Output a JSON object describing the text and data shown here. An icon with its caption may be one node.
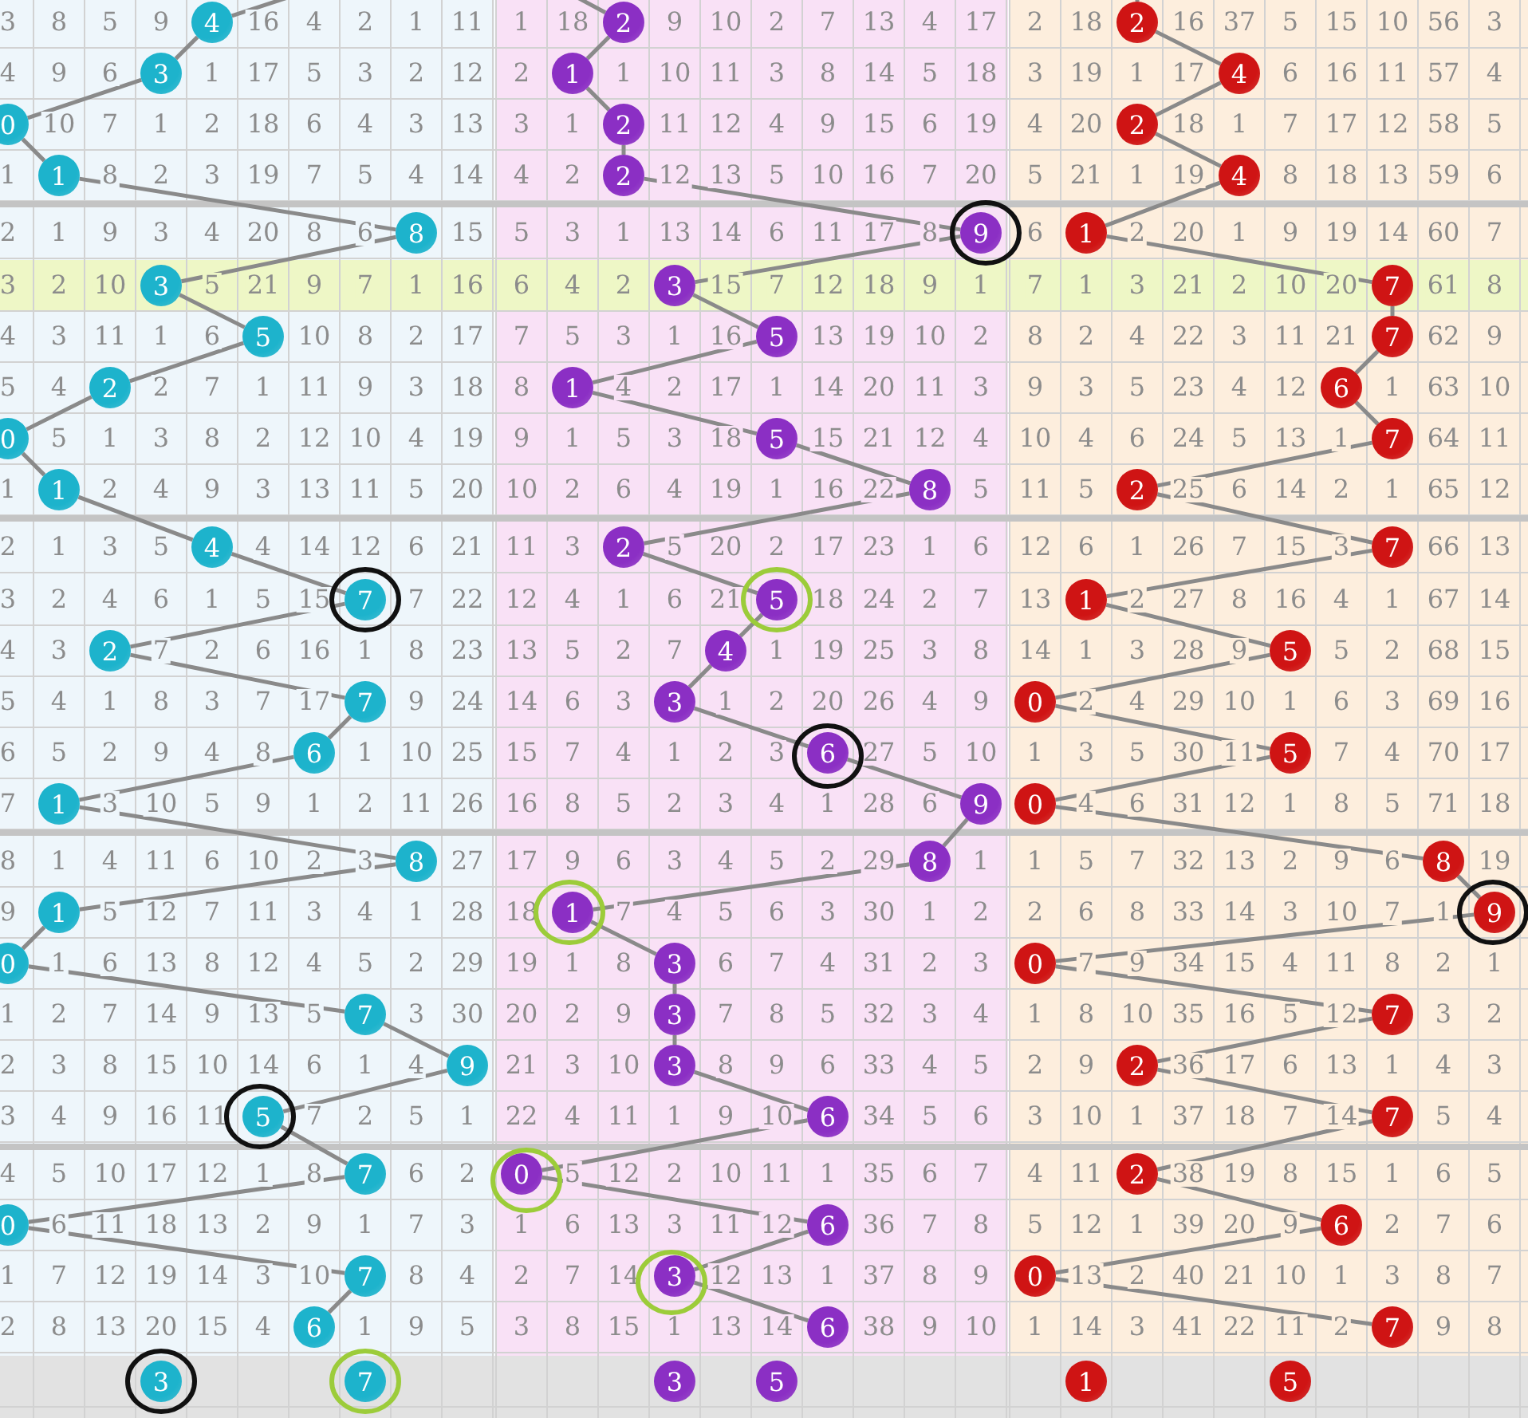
{
  "diagram": {
    "nodes": [
      {
        "text": [
          "4"
        ]
      },
      {
        "text": [
          "2"
        ]
      },
      {
        "text": [
          "2"
        ]
      },
      {
        "text": [
          "3"
        ]
      },
      {
        "text": [
          "1"
        ]
      },
      {
        "text": [
          "4"
        ]
      },
      {
        "text": [
          "0"
        ]
      },
      {
        "text": [
          "2"
        ]
      },
      {
        "text": [
          "2"
        ]
      },
      {
        "text": [
          "1"
        ]
      },
      {
        "text": [
          "2"
        ]
      },
      {
        "text": [
          "4"
        ]
      },
      {
        "text": [
          "8"
        ]
      },
      {
        "text": [
          "9"
        ]
      },
      {
        "text": [
          "1"
        ]
      },
      {
        "text": [
          "3"
        ]
      },
      {
        "text": [
          "3"
        ]
      },
      {
        "text": [
          "7"
        ]
      },
      {
        "text": [
          "5"
        ]
      },
      {
        "text": [
          "5"
        ]
      },
      {
        "text": [
          "7"
        ]
      },
      {
        "text": [
          "2"
        ]
      },
      {
        "text": [
          "1"
        ]
      },
      {
        "text": [
          "6"
        ]
      },
      {
        "text": [
          "0"
        ]
      },
      {
        "text": [
          "5"
        ]
      },
      {
        "text": [
          "7"
        ]
      },
      {
        "text": [
          "1"
        ]
      },
      {
        "text": [
          "8"
        ]
      },
      {
        "text": [
          "2"
        ]
      },
      {
        "text": [
          "4"
        ]
      },
      {
        "text": [
          "2"
        ]
      },
      {
        "text": [
          "7"
        ]
      },
      {
        "text": [
          "7"
        ]
      },
      {
        "text": [
          "5"
        ]
      },
      {
        "text": [
          "1"
        ]
      },
      {
        "text": [
          "2"
        ]
      },
      {
        "text": [
          "4"
        ]
      },
      {
        "text": [
          "5"
        ]
      },
      {
        "text": [
          "7"
        ]
      },
      {
        "text": [
          "3"
        ]
      },
      {
        "text": [
          "0"
        ]
      },
      {
        "text": [
          "6"
        ]
      },
      {
        "text": [
          "6"
        ]
      },
      {
        "text": [
          "5"
        ]
      },
      {
        "text": [
          "1"
        ]
      },
      {
        "text": [
          "9"
        ]
      },
      {
        "text": [
          "0"
        ]
      },
      {
        "text": [
          "8"
        ]
      },
      {
        "text": [
          "8"
        ]
      },
      {
        "text": [
          "8"
        ]
      },
      {
        "text": [
          "1"
        ]
      },
      {
        "text": [
          "1"
        ]
      },
      {
        "text": [
          "9"
        ]
      },
      {
        "text": [
          "0"
        ]
      },
      {
        "text": [
          "3"
        ]
      },
      {
        "text": [
          "0"
        ]
      },
      {
        "text": [
          "7"
        ]
      },
      {
        "text": [
          "3"
        ]
      },
      {
        "text": [
          "7"
        ]
      },
      {
        "text": [
          "9"
        ]
      },
      {
        "text": [
          "3"
        ]
      },
      {
        "text": [
          "2"
        ]
      },
      {
        "text": [
          "5"
        ]
      },
      {
        "text": [
          "6"
        ]
      },
      {
        "text": [
          "7"
        ]
      },
      {
        "text": [
          "7"
        ]
      },
      {
        "text": [
          "0"
        ]
      },
      {
        "text": [
          "2"
        ]
      },
      {
        "text": [
          "0"
        ]
      },
      {
        "text": [
          "6"
        ]
      },
      {
        "text": [
          "6"
        ]
      },
      {
        "text": [
          "7"
        ]
      },
      {
        "text": [
          "3"
        ]
      },
      {
        "text": [
          "0"
        ]
      },
      {
        "text": [
          "6"
        ]
      },
      {
        "text": [
          "6"
        ]
      },
      {
        "text": [
          "7"
        ]
      },
      {
        "text": [
          "3"
        ]
      },
      {
        "text": [
          "7"
        ]
      },
      {
        "text": [
          "3"
        ]
      },
      {
        "text": [
          "5"
        ]
      },
      {
        "text": [
          "1"
        ]
      },
      {
        "text": [
          "5"
        ]
      }
    ],
    "edges": [
      {
        "from": null,
        "to": 0,
        "arrow": "none"
      },
      {
        "from": null,
        "to": 1,
        "arrow": "none"
      },
      {
        "from": null,
        "to": 2,
        "arrow": "none"
      },
      {
        "from": 0,
        "to": 3,
        "arrow": "none"
      },
      {
        "from": 3,
        "to": 6,
        "arrow": "none"
      },
      {
        "from": 6,
        "to": 9,
        "arrow": "none"
      },
      {
        "from": 9,
        "to": 12,
        "arrow": "none"
      },
      {
        "from": 12,
        "to": 15,
        "arrow": "none"
      },
      {
        "from": 15,
        "to": 18,
        "arrow": "none"
      },
      {
        "from": 18,
        "to": 21,
        "arrow": "none"
      },
      {
        "from": 21,
        "to": 24,
        "arrow": "none"
      },
      {
        "from": 24,
        "to": 27,
        "arrow": "none"
      },
      {
        "from": 27,
        "to": 30,
        "arrow": "none"
      },
      {
        "from": 30,
        "to": 33,
        "arrow": "none"
      },
      {
        "from": 33,
        "to": 36,
        "arrow": "none"
      },
      {
        "from": 36,
        "to": 39,
        "arrow": "none"
      },
      {
        "from": 39,
        "to": 42,
        "arrow": "none"
      },
      {
        "from": 42,
        "to": 45,
        "arrow": "none"
      },
      {
        "from": 45,
        "to": 48,
        "arrow": "none"
      },
      {
        "from": 48,
        "to": 51,
        "arrow": "none"
      },
      {
        "from": 51,
        "to": 54,
        "arrow": "none"
      },
      {
        "from": 54,
        "to": 57,
        "arrow": "none"
      },
      {
        "from": 57,
        "to": 60,
        "arrow": "none"
      },
      {
        "from": 60,
        "to": 63,
        "arrow": "none"
      },
      {
        "from": 63,
        "to": 66,
        "arrow": "none"
      },
      {
        "from": 66,
        "to": 69,
        "arrow": "none"
      },
      {
        "from": 69,
        "to": 72,
        "arrow": "none"
      },
      {
        "from": 72,
        "to": 75,
        "arrow": "none"
      },
      {
        "from": 1,
        "to": 4,
        "arrow": "none"
      },
      {
        "from": 4,
        "to": 7,
        "arrow": "none"
      },
      {
        "from": 7,
        "to": 10,
        "arrow": "none"
      },
      {
        "from": 10,
        "to": 13,
        "arrow": "none"
      },
      {
        "from": 13,
        "to": 16,
        "arrow": "none"
      },
      {
        "from": 16,
        "to": 19,
        "arrow": "none"
      },
      {
        "from": 19,
        "to": 22,
        "arrow": "none"
      },
      {
        "from": 22,
        "to": 25,
        "arrow": "none"
      },
      {
        "from": 25,
        "to": 28,
        "arrow": "none"
      },
      {
        "from": 28,
        "to": 31,
        "arrow": "none"
      },
      {
        "from": 31,
        "to": 34,
        "arrow": "none"
      },
      {
        "from": 34,
        "to": 37,
        "arrow": "none"
      },
      {
        "from": 37,
        "to": 40,
        "arrow": "none"
      },
      {
        "from": 40,
        "to": 43,
        "arrow": "none"
      },
      {
        "from": 43,
        "to": 46,
        "arrow": "none"
      },
      {
        "from": 46,
        "to": 49,
        "arrow": "none"
      },
      {
        "from": 49,
        "to": 52,
        "arrow": "none"
      },
      {
        "from": 52,
        "to": 55,
        "arrow": "none"
      },
      {
        "from": 55,
        "to": 58,
        "arrow": "none"
      },
      {
        "from": 58,
        "to": 61,
        "arrow": "none"
      },
      {
        "from": 61,
        "to": 64,
        "arrow": "none"
      },
      {
        "from": 64,
        "to": 67,
        "arrow": "none"
      },
      {
        "from": 67,
        "to": 70,
        "arrow": "none"
      },
      {
        "from": 70,
        "to": 73,
        "arrow": "none"
      },
      {
        "from": 73,
        "to": 76,
        "arrow": "none"
      },
      {
        "from": 2,
        "to": 5,
        "arrow": "none"
      },
      {
        "from": 5,
        "to": 8,
        "arrow": "none"
      },
      {
        "from": 8,
        "to": 11,
        "arrow": "none"
      },
      {
        "from": 11,
        "to": 14,
        "arrow": "none"
      },
      {
        "from": 14,
        "to": 17,
        "arrow": "none"
      },
      {
        "from": 17,
        "to": 20,
        "arrow": "none"
      },
      {
        "from": 20,
        "to": 23,
        "arrow": "none"
      },
      {
        "from": 23,
        "to": 26,
        "arrow": "none"
      },
      {
        "from": 26,
        "to": 29,
        "arrow": "none"
      },
      {
        "from": 29,
        "to": 32,
        "arrow": "none"
      },
      {
        "from": 32,
        "to": 35,
        "arrow": "none"
      },
      {
        "from": 35,
        "to": 38,
        "arrow": "none"
      },
      {
        "from": 38,
        "to": 41,
        "arrow": "none"
      },
      {
        "from": 41,
        "to": 44,
        "arrow": "none"
      },
      {
        "from": 44,
        "to": 47,
        "arrow": "none"
      },
      {
        "from": 47,
        "to": 50,
        "arrow": "none"
      },
      {
        "from": 50,
        "to": 53,
        "arrow": "none"
      },
      {
        "from": 53,
        "to": 56,
        "arrow": "none"
      },
      {
        "from": 56,
        "to": 59,
        "arrow": "none"
      },
      {
        "from": 59,
        "to": 62,
        "arrow": "none"
      },
      {
        "from": 62,
        "to": 65,
        "arrow": "none"
      },
      {
        "from": 65,
        "to": 68,
        "arrow": "none"
      },
      {
        "from": 68,
        "to": 71,
        "arrow": "none"
      },
      {
        "from": 71,
        "to": 74,
        "arrow": "none"
      },
      {
        "from": 74,
        "to": 77,
        "arrow": "none"
      }
    ],
    "labels": [
      "3",
      "8",
      "5",
      "9",
      "16",
      "4",
      "2",
      "1",
      "11",
      "1",
      "18",
      "9",
      "10",
      "2",
      "7",
      "13",
      "4",
      "17",
      "2",
      "18",
      "16",
      "37",
      "5",
      "15",
      "10",
      "56",
      "3",
      "4",
      "9",
      "6",
      "1",
      "17",
      "5",
      "3",
      "2",
      "12",
      "2",
      "1",
      "10",
      "11",
      "3",
      "8",
      "14",
      "5",
      "18",
      "3",
      "19",
      "1",
      "17",
      "6",
      "16",
      "11",
      "57",
      "4",
      "10",
      "7",
      "1",
      "2",
      "18",
      "6",
      "4",
      "3",
      "13",
      "3",
      "1",
      "11",
      "12",
      "4",
      "9",
      "15",
      "6",
      "19",
      "4",
      "20",
      "18",
      "1",
      "7",
      "17",
      "12",
      "58",
      "5",
      "1",
      "8",
      "2",
      "3",
      "19",
      "7",
      "5",
      "4",
      "14",
      "4",
      "2",
      "12",
      "13",
      "5",
      "10",
      "16",
      "7",
      "20",
      "5",
      "21",
      "1",
      "19",
      "8",
      "18",
      "13",
      "59",
      "6",
      "2",
      "1",
      "9",
      "3",
      "4",
      "20",
      "8",
      "6",
      "15",
      "5",
      "3",
      "1",
      "13",
      "14",
      "6",
      "11",
      "17",
      "8",
      "6",
      "2",
      "20",
      "1",
      "9",
      "19",
      "14",
      "60",
      "7",
      "3",
      "2",
      "10",
      "5",
      "21",
      "9",
      "7",
      "1",
      "16",
      "6",
      "4",
      "2",
      "15",
      "7",
      "12",
      "18",
      "9",
      "1",
      "7",
      "1",
      "3",
      "21",
      "2",
      "10",
      "20",
      "61",
      "8",
      "4",
      "3",
      "11",
      "1",
      "6",
      "10",
      "8",
      "2",
      "17",
      "7",
      "5",
      "3",
      "1",
      "16",
      "13",
      "19",
      "10",
      "2",
      "8",
      "2",
      "4",
      "22",
      "3",
      "11",
      "21",
      "62",
      "9",
      "5",
      "4",
      "2",
      "7",
      "1",
      "11",
      "9",
      "3",
      "18",
      "8",
      "4",
      "2",
      "17",
      "1",
      "14",
      "20",
      "11",
      "3",
      "9",
      "3",
      "5",
      "23",
      "4",
      "12",
      "1",
      "63",
      "10",
      "5",
      "1",
      "3",
      "8",
      "2",
      "12",
      "10",
      "4",
      "19",
      "9",
      "1",
      "5",
      "3",
      "18",
      "15",
      "21",
      "12",
      "4",
      "10",
      "4",
      "6",
      "24",
      "5",
      "13",
      "1",
      "64",
      "11",
      "1",
      "2",
      "4",
      "9",
      "3",
      "13",
      "11",
      "5",
      "20",
      "10",
      "2",
      "6",
      "4",
      "19",
      "1",
      "16",
      "22",
      "5",
      "11",
      "5",
      "25",
      "6",
      "14",
      "2",
      "1",
      "65",
      "12",
      "2",
      "1",
      "3",
      "5",
      "4",
      "14",
      "12",
      "6",
      "21",
      "11",
      "3",
      "5",
      "20",
      "2",
      "17",
      "23",
      "1",
      "6",
      "12",
      "6",
      "1",
      "26",
      "7",
      "15",
      "3",
      "66",
      "13",
      "3",
      "2",
      "4",
      "6",
      "1",
      "5",
      "15",
      "7",
      "22",
      "12",
      "4",
      "1",
      "6",
      "21",
      "18",
      "24",
      "2",
      "7",
      "13",
      "2",
      "27",
      "8",
      "16",
      "4",
      "1",
      "67",
      "14",
      "4",
      "3",
      "7",
      "2",
      "6",
      "16",
      "1",
      "8",
      "23",
      "13",
      "5",
      "2",
      "7",
      "1",
      "19",
      "25",
      "3",
      "8",
      "14",
      "1",
      "3",
      "28",
      "9",
      "5",
      "2",
      "68",
      "15",
      "5",
      "4",
      "1",
      "8",
      "3",
      "7",
      "17",
      "9",
      "24",
      "14",
      "6",
      "3",
      "1",
      "2",
      "20",
      "26",
      "4",
      "9",
      "2",
      "4",
      "29",
      "10",
      "1",
      "6",
      "3",
      "69",
      "16",
      "6",
      "5",
      "2",
      "9",
      "4",
      "8",
      "1",
      "10",
      "25",
      "15",
      "7",
      "4",
      "1",
      "2",
      "3",
      "27",
      "5",
      "10",
      "1",
      "3",
      "5",
      "30",
      "11",
      "7",
      "4",
      "70",
      "17",
      "7",
      "3",
      "10",
      "5",
      "9",
      "1",
      "2",
      "11",
      "26",
      "16",
      "8",
      "5",
      "2",
      "3",
      "4",
      "1",
      "28",
      "6",
      "4",
      "6",
      "31",
      "12",
      "1",
      "8",
      "5",
      "71",
      "18",
      "8",
      "1",
      "4",
      "11",
      "6",
      "10",
      "2",
      "3",
      "27",
      "17",
      "9",
      "6",
      "3",
      "4",
      "5",
      "2",
      "29",
      "1",
      "1",
      "5",
      "7",
      "32",
      "13",
      "2",
      "9",
      "6",
      "19",
      "9",
      "5",
      "12",
      "7",
      "11",
      "3",
      "4",
      "1",
      "28",
      "18",
      "7",
      "4",
      "5",
      "6",
      "3",
      "30",
      "1",
      "2",
      "2",
      "6",
      "8",
      "33",
      "14",
      "3",
      "10",
      "7",
      "1",
      "1",
      "6",
      "13",
      "8",
      "12",
      "4",
      "5",
      "2",
      "29",
      "19",
      "1",
      "8",
      "6",
      "7",
      "4",
      "31",
      "2",
      "3",
      "7",
      "9",
      "34",
      "15",
      "4",
      "11",
      "8",
      "2",
      "1",
      "1",
      "2",
      "7",
      "14",
      "9",
      "13",
      "5",
      "3",
      "30",
      "20",
      "2",
      "9",
      "7",
      "8",
      "5",
      "32",
      "3",
      "4",
      "1",
      "8",
      "10",
      "35",
      "16",
      "5",
      "12",
      "3",
      "2",
      "2",
      "3",
      "8",
      "15",
      "10",
      "14",
      "6",
      "1",
      "4",
      "21",
      "3",
      "10",
      "8",
      "9",
      "6",
      "33",
      "4",
      "5",
      "2",
      "9",
      "36",
      "17",
      "6",
      "13",
      "1",
      "4",
      "3",
      "3",
      "4",
      "9",
      "16",
      "11",
      "7",
      "2",
      "5",
      "1",
      "22",
      "4",
      "11",
      "1",
      "9",
      "10",
      "34",
      "5",
      "6",
      "3",
      "10",
      "1",
      "37",
      "18",
      "7",
      "14",
      "5",
      "4",
      "4",
      "5",
      "10",
      "17",
      "12",
      "1",
      "8",
      "6",
      "2",
      "5",
      "12",
      "2",
      "10",
      "11",
      "1",
      "35",
      "6",
      "7",
      "4",
      "11",
      "38",
      "19",
      "8",
      "15",
      "1",
      "6",
      "5",
      "6",
      "11",
      "18",
      "13",
      "2",
      "9",
      "1",
      "7",
      "3",
      "1",
      "6",
      "13",
      "3",
      "11",
      "12",
      "36",
      "7",
      "8",
      "5",
      "12",
      "1",
      "39",
      "20",
      "9",
      "2",
      "7",
      "6",
      "1",
      "7",
      "12",
      "19",
      "14",
      "3",
      "10",
      "8",
      "4",
      "2",
      "7",
      "14",
      "12",
      "13",
      "1",
      "37",
      "8",
      "9",
      "13",
      "2",
      "40",
      "21",
      "10",
      "1",
      "3",
      "8",
      "7",
      "2",
      "8",
      "13",
      "20",
      "15",
      "4",
      "1",
      "9",
      "5",
      "3",
      "8",
      "15",
      "1",
      "13",
      "14",
      "38",
      "9",
      "10",
      "1",
      "14",
      "3",
      "41",
      "22",
      "11",
      "2",
      "9",
      "8"
    ]
  }
}
